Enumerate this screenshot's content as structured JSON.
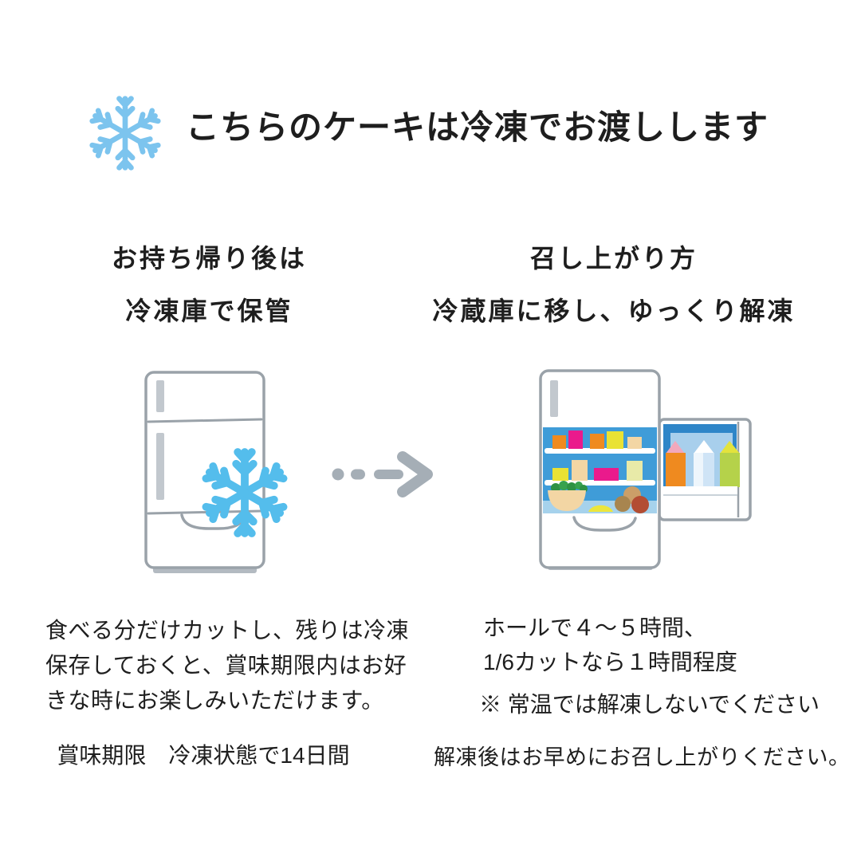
{
  "header": {
    "title": "こちらのケーキは冷凍でお渡しします",
    "snowflake_icon": "snowflake",
    "snowflake_color": "#7cc4ee"
  },
  "storage_section": {
    "heading_line1": "お持ち帰り後は",
    "heading_line2": "冷凍庫で保管",
    "illustration": "closed-refrigerator-with-snowflake",
    "body_lines": [
      "食べる分だけカットし、残りは冷凍",
      "保存しておくと、賞味期限内はお好",
      "きな時にお楽しみいただけます。"
    ],
    "expiry_label": "賞味期限　冷凍状態で14日間"
  },
  "arrow": {
    "style": "dotted-right-arrow",
    "color": "#a5aeb6"
  },
  "thawing_section": {
    "heading_line1": "召し上がり方",
    "heading_line2": "冷蔵庫に移し、ゆっくり解凍",
    "illustration": "open-refrigerator-with-food",
    "time_line1": "ホールで４〜５時間、",
    "time_line2": "1/6カットなら１時間程度",
    "caution": "※ 常温では解凍しないでください",
    "footer": "解凍後はお早めにお召し上がりください。"
  },
  "colors": {
    "text": "#1e1e1e",
    "header_snowflake": "#7cc4ee",
    "fridge_snowflake": "#54bdec",
    "fridge_outline": "#9aa2a9",
    "fridge_handle": "#c2c8ce",
    "fridge_base": "#b3bac1",
    "fridge_interior_blue": "#3f9cd8",
    "door_frame_blue": "#2f86c8",
    "door_panel_blue": "#a8cfec",
    "arrow_gray": "#a5aeb6",
    "food_orange": "#ef8a1f",
    "food_magenta": "#ea1a8c",
    "food_yellow": "#e9e234",
    "food_cream": "#f3d6a4",
    "food_green": "#2e9243"
  }
}
